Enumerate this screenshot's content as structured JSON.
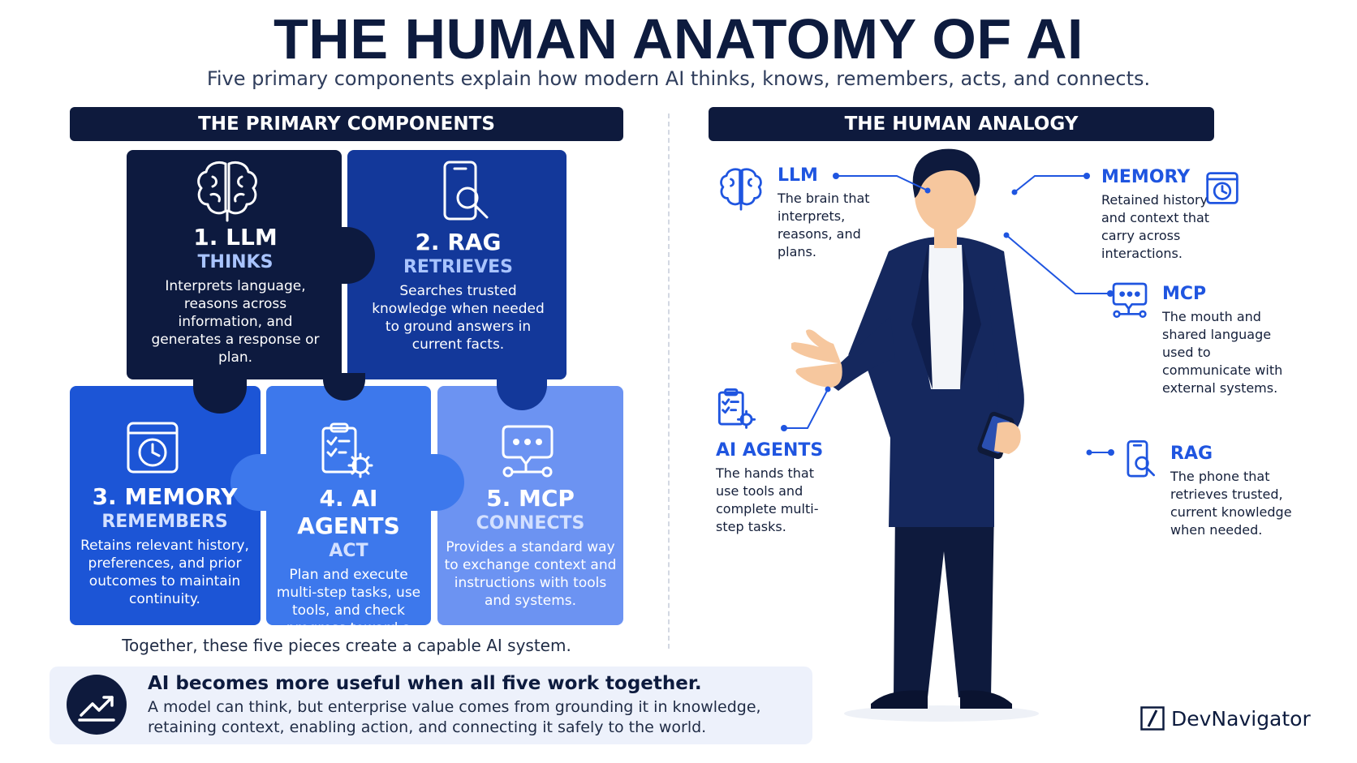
{
  "header": {
    "title": "THE HUMAN ANATOMY OF AI",
    "subtitle": "Five primary components explain how modern AI thinks, knows, remembers, acts, and connects."
  },
  "left_section": {
    "title": "THE PRIMARY COMPONENTS",
    "pieces": [
      {
        "title": "1. LLM",
        "verb": "THINKS",
        "description": "Interprets language, reasons across information, and generates a response or plan.",
        "icon": "brain-icon",
        "color": "#0d1a3f"
      },
      {
        "title": "2. RAG",
        "verb": "RETRIEVES",
        "description": "Searches trusted knowledge when needed to ground answers in current facts.",
        "icon": "phone-search-icon",
        "color": "#13389a"
      },
      {
        "title": "3. MEMORY",
        "verb": "REMEMBERS",
        "description": "Retains relevant history, preferences, and prior outcomes to maintain continuity.",
        "icon": "clock-window-icon",
        "color": "#1c55d6"
      },
      {
        "title": "4. AI AGENTS",
        "verb": "ACT",
        "description": "Plan and execute multi-step tasks, use tools, and check progress toward a goal.",
        "icon": "clipboard-gear-icon",
        "color": "#3d78ec"
      },
      {
        "title": "5. MCP",
        "verb": "CONNECTS",
        "description": "Provides a standard way to exchange context and instructions with tools and systems.",
        "icon": "chat-network-icon",
        "color": "#6c93f2"
      }
    ],
    "footer": "Together, these five pieces create a capable AI system."
  },
  "callout": {
    "headline": "AI becomes more useful when all five work together.",
    "body": "A model can think, but enterprise value comes from grounding it in knowledge, retaining context, enabling action, and connecting it safely to the world.",
    "icon": "trend-up-icon"
  },
  "right_section": {
    "title": "THE HUMAN ANALOGY",
    "labels": [
      {
        "title": "LLM",
        "description": "The brain that interprets, reasons, and plans.",
        "icon": "brain-icon"
      },
      {
        "title": "MEMORY",
        "description": "Retained history and context that carry across interactions.",
        "icon": "clock-window-icon"
      },
      {
        "title": "MCP",
        "description": "The mouth and shared language used to communicate with external systems.",
        "icon": "chat-network-icon"
      },
      {
        "title": "AI AGENTS",
        "description": "The hands that use tools and complete multi-step tasks.",
        "icon": "clipboard-gear-icon"
      },
      {
        "title": "RAG",
        "description": "The phone that retrieves trusted, current knowledge when needed.",
        "icon": "phone-search-icon"
      }
    ]
  },
  "brand": {
    "name": "DevNavigator"
  },
  "colors": {
    "navy": "#0e1a3d",
    "accent": "#1f55e0"
  }
}
